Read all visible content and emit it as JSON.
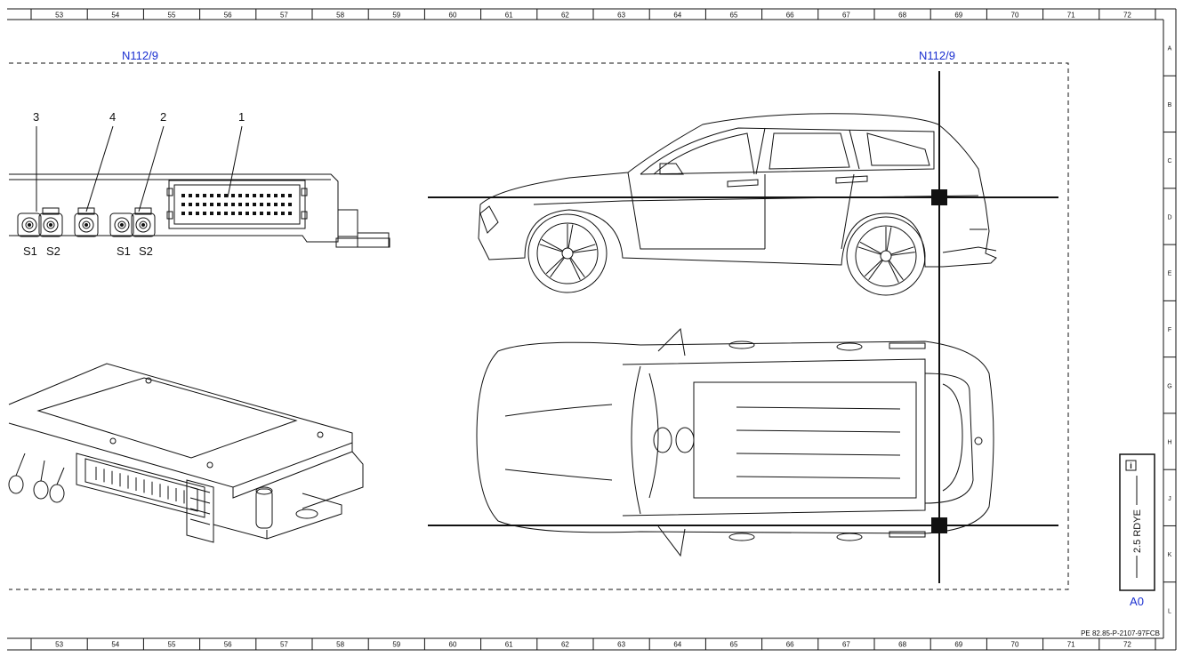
{
  "ruler": {
    "columns": [
      "53",
      "54",
      "55",
      "56",
      "57",
      "58",
      "59",
      "60",
      "61",
      "62",
      "63",
      "64",
      "65",
      "66",
      "67",
      "68",
      "69",
      "70",
      "71",
      "72"
    ],
    "rows": [
      "A",
      "B",
      "C",
      "D",
      "E",
      "F",
      "G",
      "H",
      "J",
      "K",
      "L"
    ]
  },
  "labels": {
    "component_left": "N112/9",
    "component_right": "N112/9",
    "callout_3": "3",
    "callout_4": "4",
    "callout_2": "2",
    "callout_1": "1",
    "pin_s1_a": "S1",
    "pin_s2_a": "S2",
    "pin_s1_b": "S1",
    "pin_s2_b": "S2"
  },
  "legend": {
    "info_icon": "i",
    "wire_spec": "2.5 RDYE",
    "grid_ref": "A0"
  },
  "footer": {
    "document_ref": "PE 82.85-P-2107-97FCB"
  },
  "colors": {
    "line": "#111111",
    "label_blue": "#1a2fd0"
  }
}
